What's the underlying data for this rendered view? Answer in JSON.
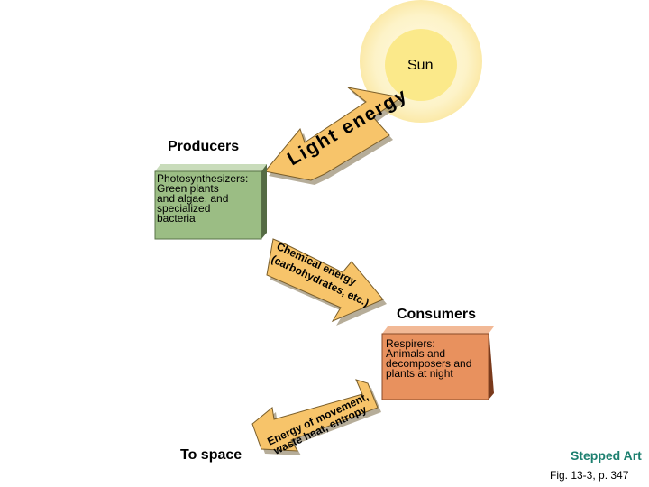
{
  "sun": {
    "label": "Sun"
  },
  "producers": {
    "title": "Producers",
    "description_lines": [
      "Photosynthesizers:",
      "Green plants",
      "and algae, and",
      "specialized",
      "bacteria"
    ]
  },
  "consumers": {
    "title": "Consumers",
    "description_lines": [
      "Respirers:",
      "Animals and",
      "decomposers and",
      "plants at night"
    ]
  },
  "arrows": {
    "light_energy": "Light energy",
    "chemical_energy_line1": "Chemical energy",
    "chemical_energy_line2": "(carbohydrates, etc.)",
    "energy_waste_line1": "Energy of movement,",
    "energy_waste_line2": "waste heat, entropy"
  },
  "to_space": {
    "label": "To space"
  },
  "footer": {
    "stepped_art": "Stepped Art",
    "fig_ref": "Fig. 13-3, p. 347"
  },
  "colors": {
    "sun_core": "#fbe98a",
    "sun_glow": "#fdf6d5",
    "arrow_fill": "#f7c46a",
    "producers_fill": "#9bbd84",
    "consumers_fill": "#e8915e",
    "stepped_art": "#1c7f6f"
  }
}
